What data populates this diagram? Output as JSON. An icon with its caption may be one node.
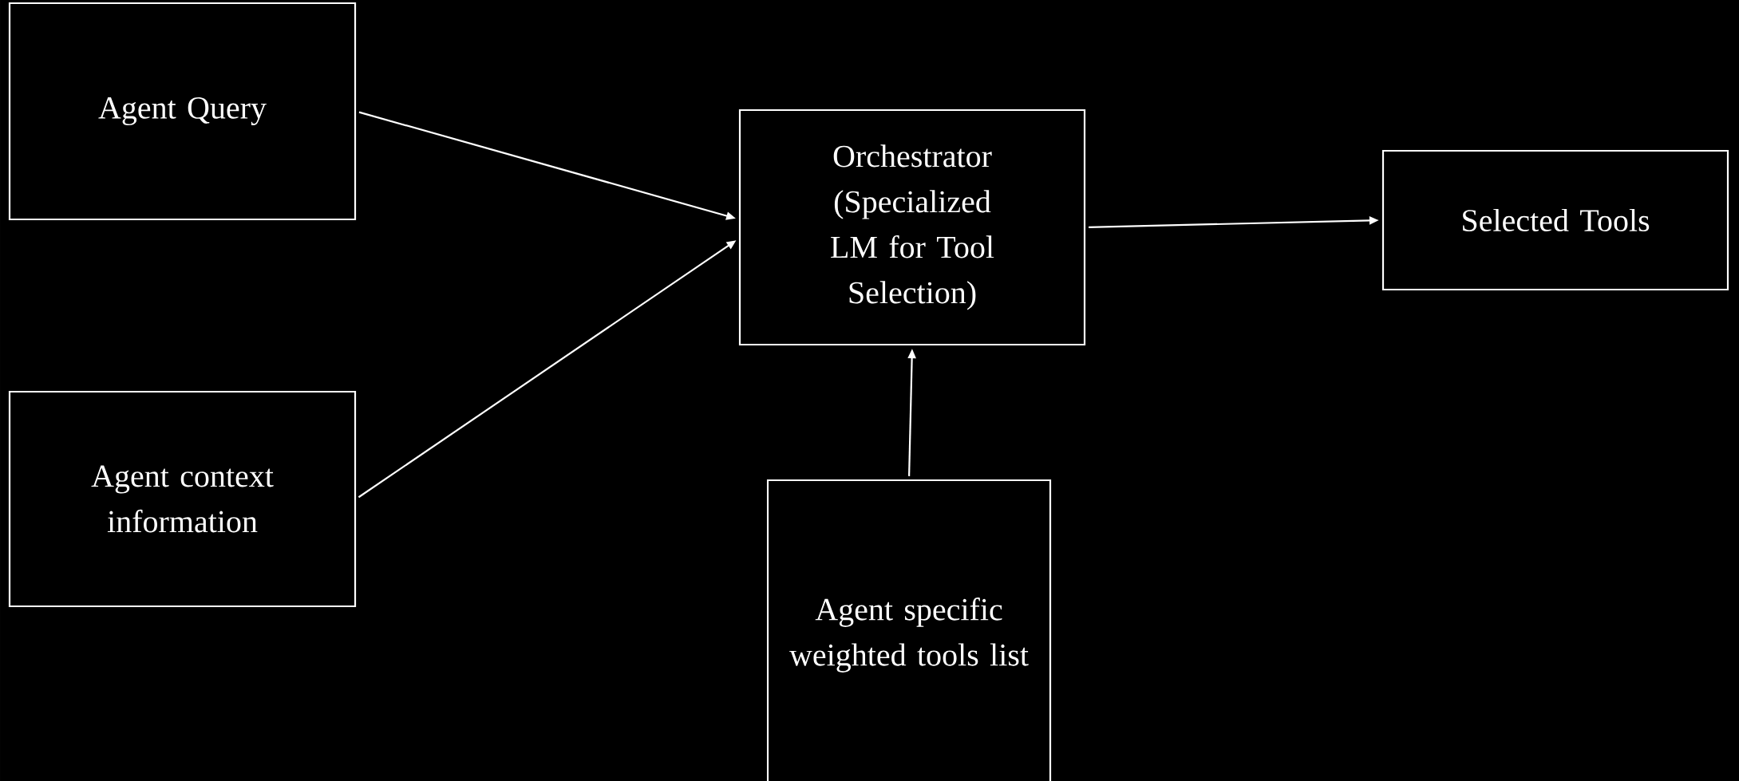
{
  "diagram": {
    "nodes": [
      {
        "text": [
          "Agent Query"
        ]
      },
      {
        "text": [
          "Agent context information"
        ]
      },
      {
        "text": [
          "Orchestrator (Specialized LM for Tool Selection)"
        ]
      },
      {
        "text": [
          "Selected Tools"
        ]
      },
      {
        "text": [
          "Agent specific weighted tools list"
        ]
      }
    ],
    "edges": [
      {
        "from": 0,
        "to": 2,
        "arrow": "to"
      },
      {
        "from": 1,
        "to": 2,
        "arrow": "to"
      },
      {
        "from": 2,
        "to": 3,
        "arrow": "to"
      },
      {
        "from": 4,
        "to": 2,
        "arrow": "to"
      }
    ]
  }
}
